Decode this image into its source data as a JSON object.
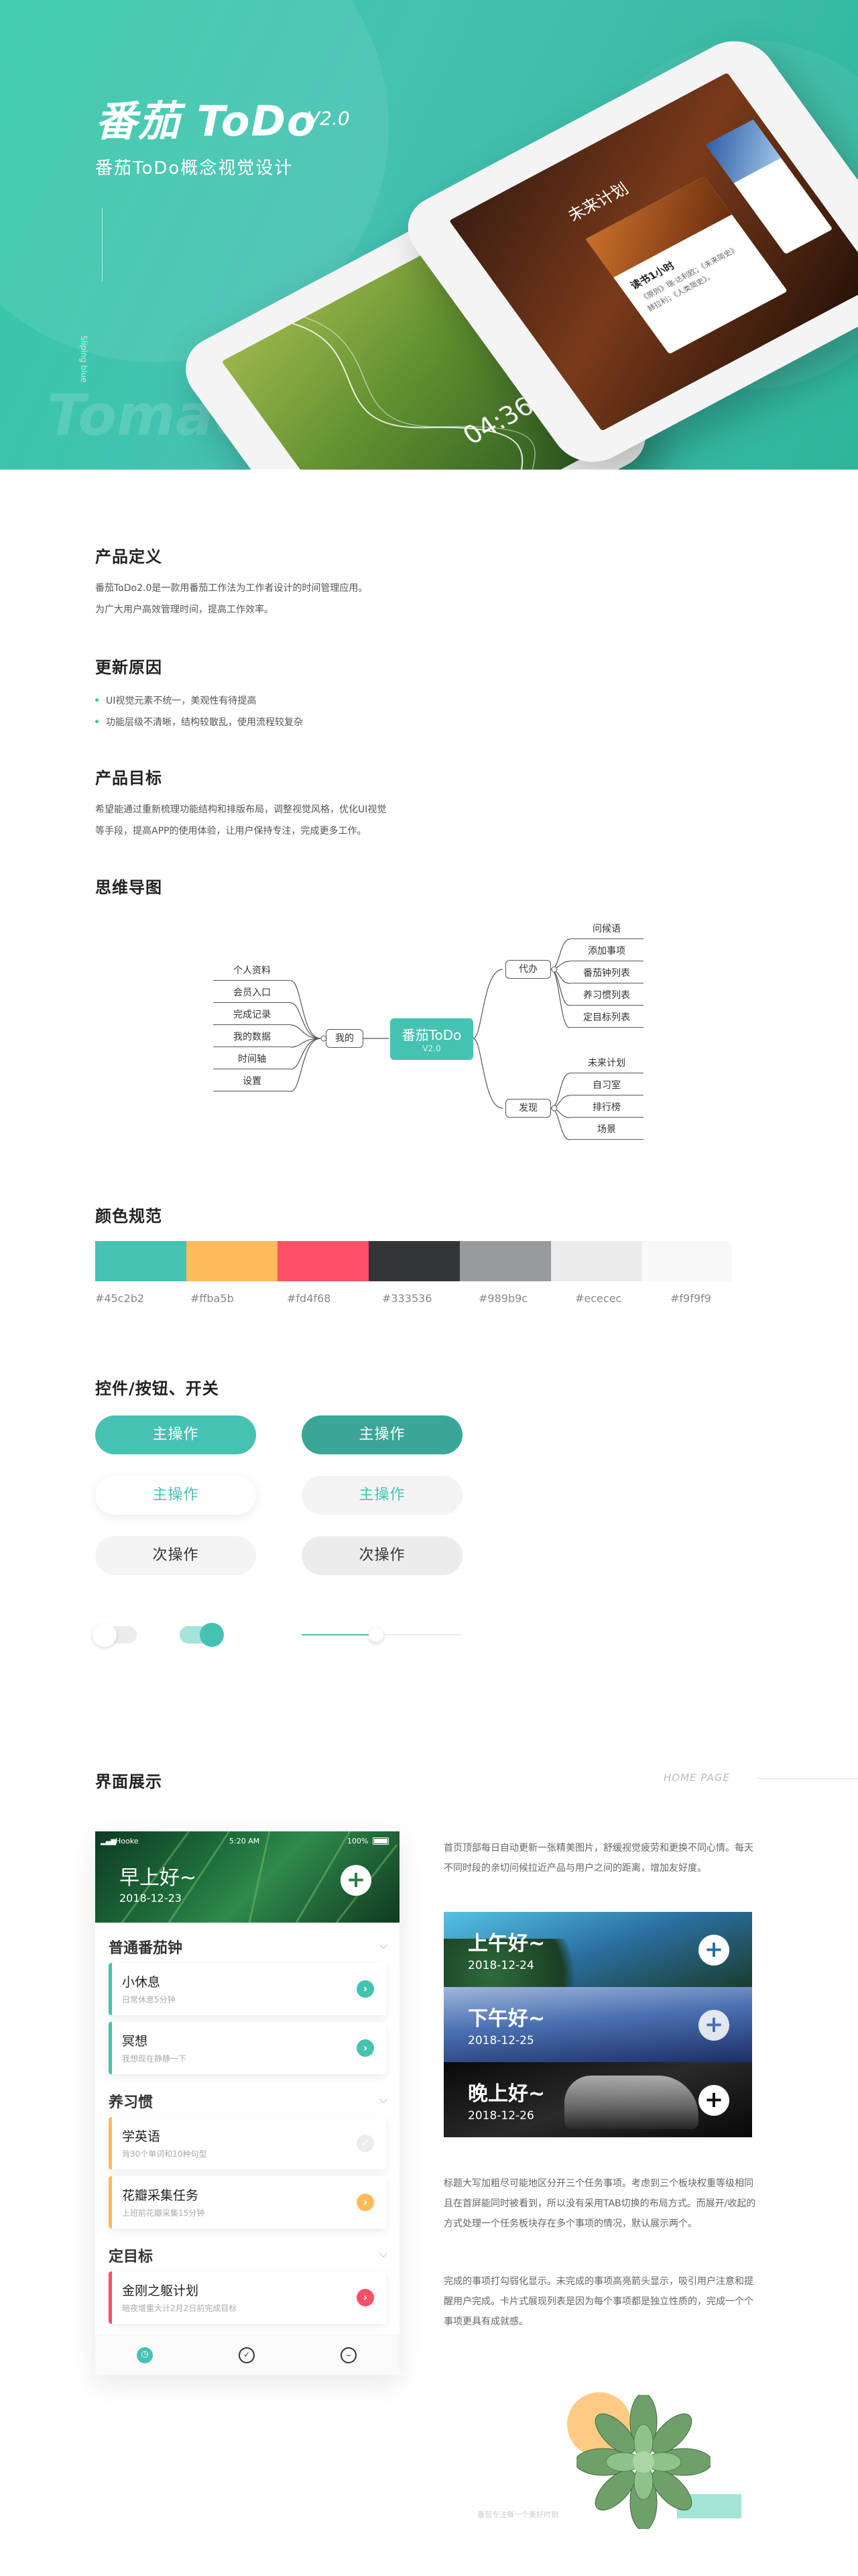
{
  "hero": {
    "title": "番茄 ToDo",
    "version": "V2.0",
    "subtitle": "番茄ToDo概念视觉设计",
    "side_text": "Sliping blue",
    "watermark": "TomatoTo",
    "phone_left": {
      "time": "04:36"
    },
    "phone_right": {
      "card_title": "未来计划",
      "card_heading": "读书1小时",
      "card_text": "《原则》瑞·达利欧；《未来简史》赫拉利；《人类简史》。"
    }
  },
  "definition": {
    "title": "产品定义",
    "lines": [
      "番茄ToDo2.0是一款用番茄工作法为工作者设计的时间管理应用。",
      "为广大用户高效管理时间，提高工作效率。"
    ]
  },
  "reasons": {
    "title": "更新原因",
    "items": [
      "UI视觉元素不统一，美观性有待提高",
      "功能层级不清晰，结构较散乱，使用流程较复杂"
    ]
  },
  "goals": {
    "title": "产品目标",
    "lines": [
      "希望能通过重新梳理功能结构和排版布局，调整视觉风格，优化UI视觉",
      "等手段，提高APP的使用体验，让用户保持专注，完成更多工作。"
    ]
  },
  "mindmap": {
    "title": "思维导图",
    "root": "番茄ToDo",
    "root_version": "V2.0",
    "left_branch": "我的",
    "left_leaves": [
      "个人资料",
      "会员入口",
      "完成记录",
      "我的数据",
      "时间轴",
      "设置"
    ],
    "top_branch": "代办",
    "top_leaves": [
      "问候语",
      "添加事项",
      "番茄钟列表",
      "养习惯列表",
      "定目标列表"
    ],
    "bottom_branch": "发现",
    "bottom_leaves": [
      "未来计划",
      "自习室",
      "排行榜",
      "场景"
    ]
  },
  "colors": {
    "title": "颜色规范",
    "swatches": [
      {
        "hex": "#45c2b2",
        "label": "#45c2b2"
      },
      {
        "hex": "#ffba5b",
        "label": "#ffba5b"
      },
      {
        "hex": "#fd4f68",
        "label": "#fd4f68"
      },
      {
        "hex": "#333536",
        "label": "#333536"
      },
      {
        "hex": "#989b9c",
        "label": "#989b9c"
      },
      {
        "hex": "#ececec",
        "label": "#ececec"
      },
      {
        "hex": "#f9f9f9",
        "label": "#f9f9f9"
      }
    ]
  },
  "controls": {
    "title": "控件/按钮、开关",
    "primary": "主操作",
    "primary_pressed": "主操作",
    "primary_outline": "主操作",
    "primary_disabled": "主操作",
    "secondary": "次操作",
    "secondary_pressed": "次操作"
  },
  "showcase": {
    "title": "界面展示",
    "tag": "HOME PAGE",
    "status": {
      "carrier": "Hooke",
      "time": "5:20 AM",
      "battery": "100%"
    },
    "greeting": "早上好~",
    "date": "2018-12-23",
    "groups": [
      {
        "title": "普通番茄钟",
        "tasks": [
          {
            "name": "小休息",
            "sub": "日常休息5分钟",
            "color": "#45c2b2",
            "done": false
          },
          {
            "name": "冥想",
            "sub": "我想现在静静一下",
            "color": "#45c2b2",
            "done": false
          }
        ]
      },
      {
        "title": "养习惯",
        "tasks": [
          {
            "name": "学英语",
            "sub": "背30个单词和10种句型",
            "color": "#ffba5b",
            "done": true
          },
          {
            "name": "花瓣采集任务",
            "sub": "上班前花瓣采集15分钟",
            "color": "#ffba5b",
            "done": false
          }
        ]
      },
      {
        "title": "定目标",
        "tasks": [
          {
            "name": "金刚之躯计划",
            "sub": "暗夜增重大计2月2日前完成目标",
            "color": "#fd4f68",
            "done": false
          }
        ]
      }
    ],
    "desc1": "首页顶部每日自动更新一张精美图片，舒缓视觉疲劳和更换不同心情。每天不同时段的亲切问候拉近产品与用户之间的距离，增加友好度。",
    "slots": [
      {
        "greeting": "上午好~",
        "date": "2018-12-24"
      },
      {
        "greeting": "下午好~",
        "date": "2018-12-25"
      },
      {
        "greeting": "晚上好~",
        "date": "2018-12-26"
      }
    ],
    "desc2": "标题大写加粗尽可能地区分开三个任务事项。考虑到三个板块权重等级相同且在首屏能同时被看到，所以没有采用TAB切换的布局方式。而展开/收起的方式处理一个任务板块存在多个事项的情况，默认展示两个。",
    "desc3": "完成的事项打勾弱化显示。未完成的事项高亮箭头显示，吸引用户注意和提醒用户完成。卡片式展现列表是因为每个事项都是独立性质的，完成一个个事项更具有成就感。",
    "footer_note": "番茄专注每一个美好时刻"
  }
}
